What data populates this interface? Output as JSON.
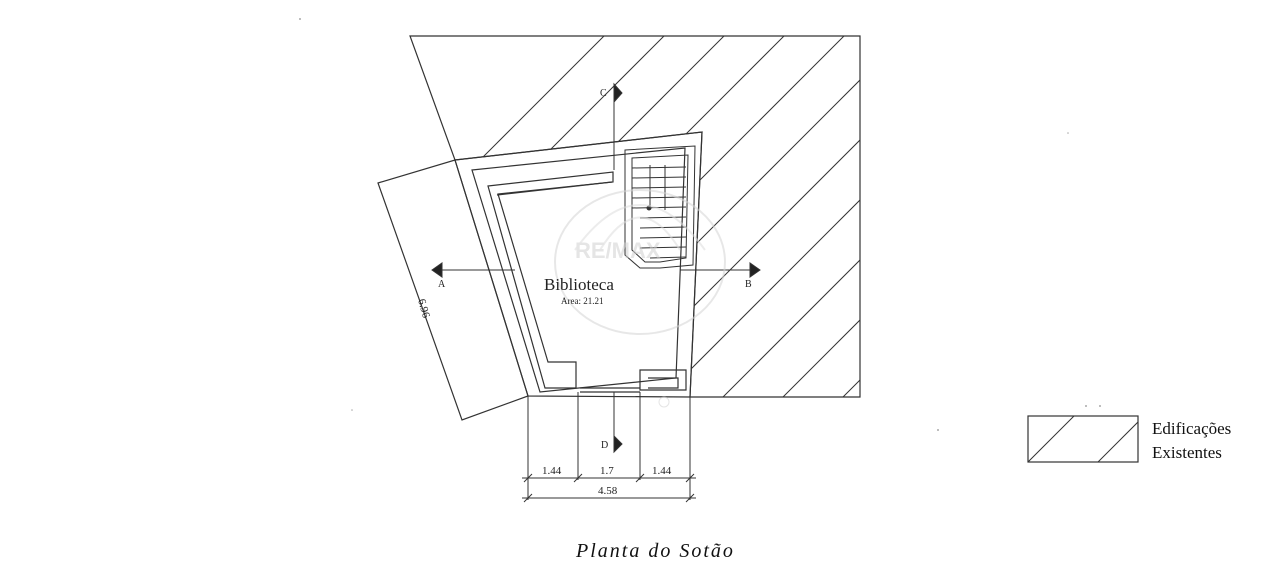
{
  "plan": {
    "title": "Planta do Sotão",
    "room": {
      "name": "Biblioteca",
      "area_label": "Area: 21.21"
    },
    "section_markers": {
      "a": "A",
      "b": "B",
      "c": "C",
      "d": "D"
    },
    "dimensions": {
      "side": "6.96",
      "seg_left": "1.44",
      "seg_mid": "1.7",
      "seg_right": "1.44",
      "total": "4.58"
    },
    "legend": {
      "line1": "Edificações",
      "line2": "Existentes"
    },
    "watermark": "RE/MAX"
  }
}
